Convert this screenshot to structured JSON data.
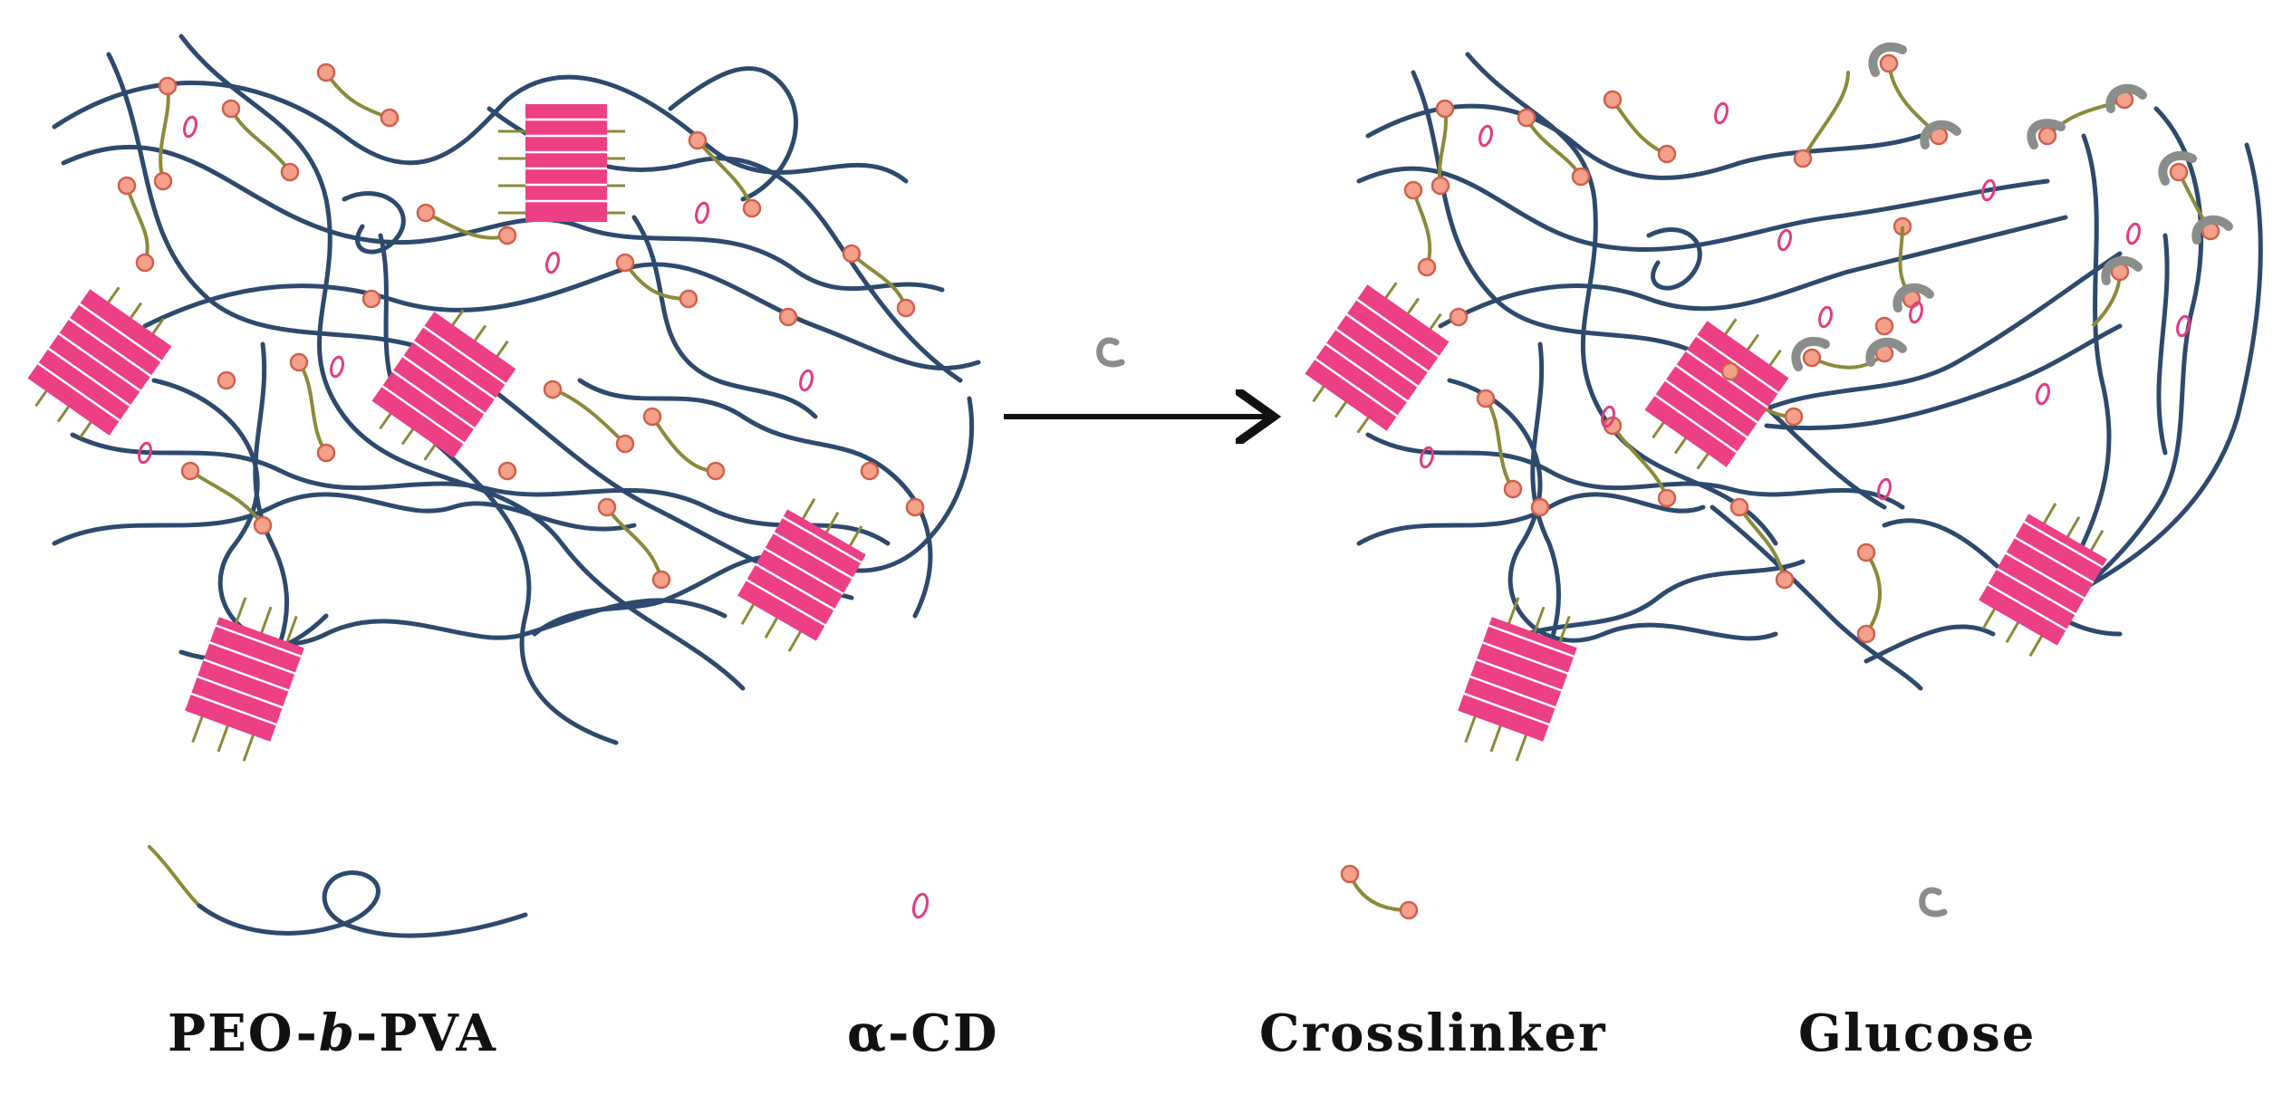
{
  "colors": {
    "chain": "#2d4a6e",
    "pva_segment": "#8a8a3a",
    "crystal": "#ec3f86",
    "node_fill": "#f4a08a",
    "node_stroke": "#d0604c",
    "cd_ring": "#e23c83",
    "glucose": "#8a8e8a",
    "arrow": "#111111"
  },
  "icons": {
    "polymer": "polymer-chain-icon",
    "cyclodextrin": "alpha-cd-ring-icon",
    "crosslinker": "crosslinker-icon",
    "glucose": "glucose-icon",
    "arrow": "right-arrow-icon"
  },
  "legend": {
    "peo_pre": "PEO-",
    "peo_b": "b",
    "peo_post": "-PVA",
    "acd": "α-CD",
    "crosslinker": "Crosslinker",
    "glucose": "Glucose"
  }
}
